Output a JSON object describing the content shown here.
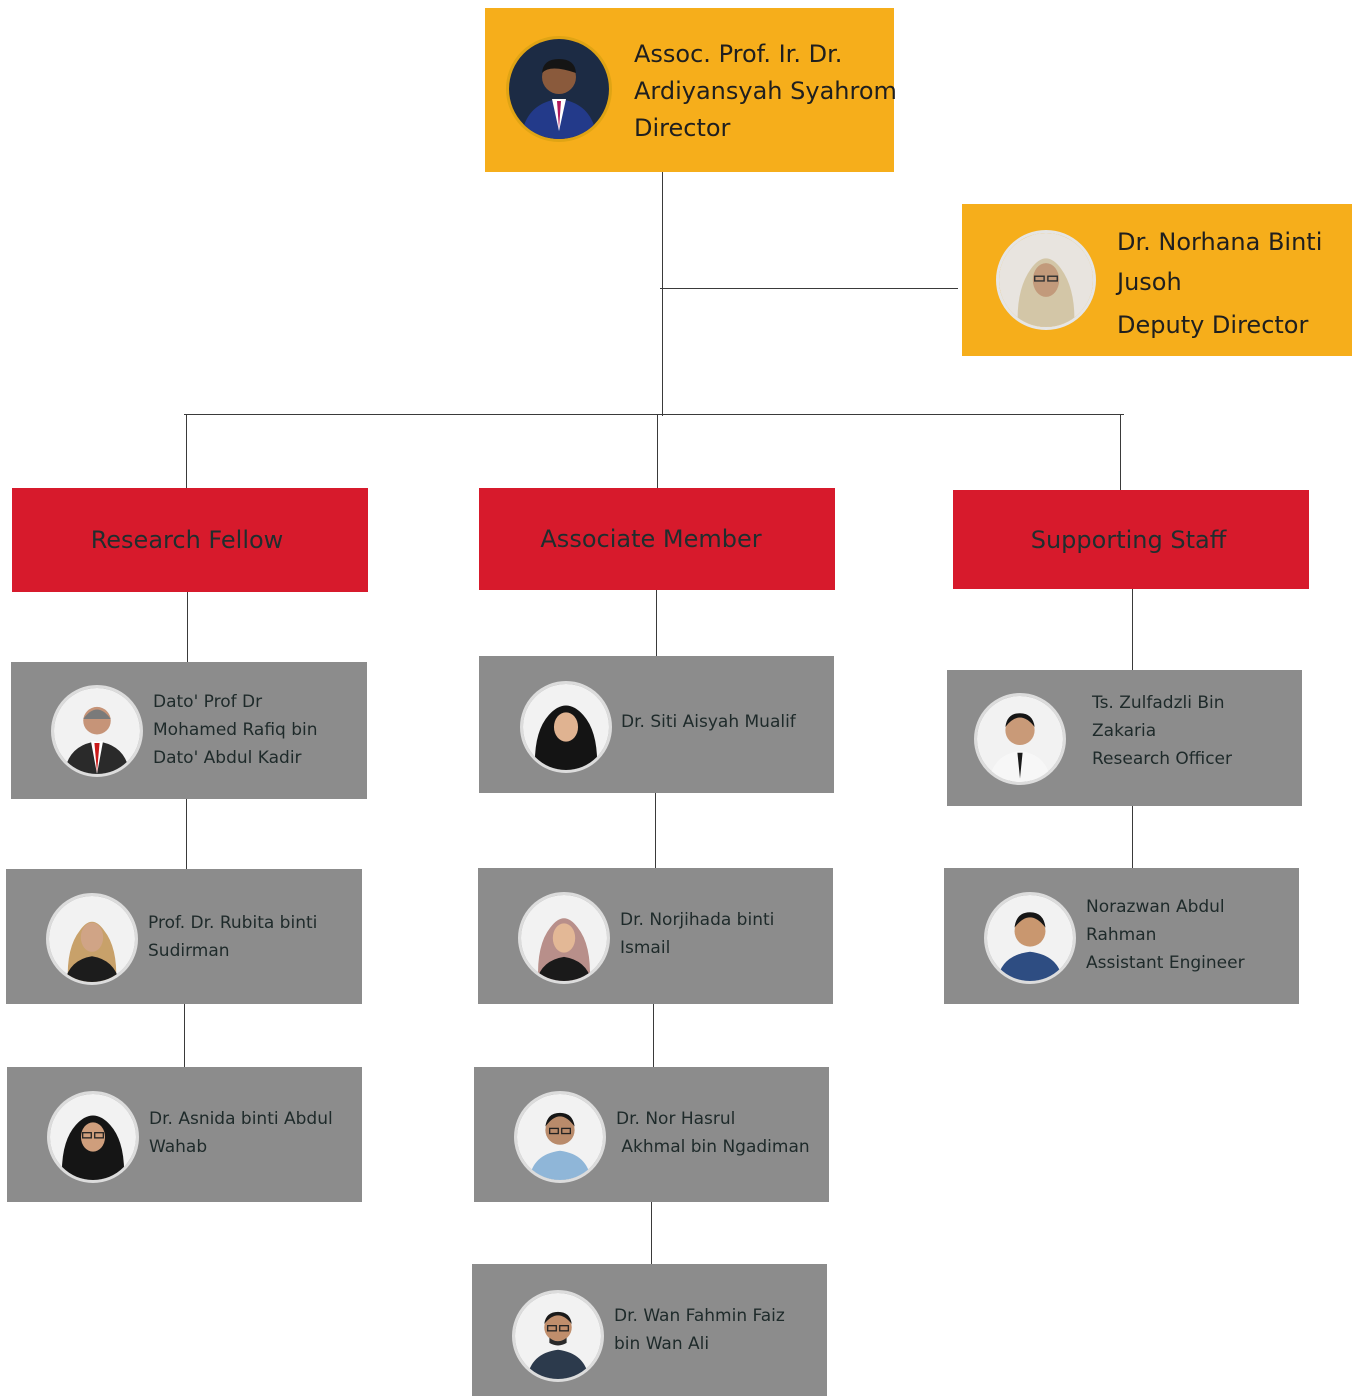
{
  "director": {
    "lines": [
      "Assoc. Prof. Ir. Dr.",
      "Ardiyansyah Syahrom",
      "Director"
    ],
    "avatar_icon": "person-suit-tie-icon"
  },
  "deputy": {
    "lines": [
      "Dr. Norhana Binti",
      "Jusoh",
      "Deputy Director"
    ],
    "avatar_icon": "person-hijab-icon"
  },
  "groups": [
    {
      "label": "Research Fellow",
      "members": [
        {
          "lines": [
            "Dato' Prof Dr",
            "Mohamed Rafiq bin",
            "Dato' Abdul Kadir"
          ],
          "avatar_icon": "person-suit-red-tie-icon"
        },
        {
          "lines": [
            "Prof. Dr. Rubita binti",
            "Sudirman"
          ],
          "avatar_icon": "person-hijab-icon"
        },
        {
          "lines": [
            "Dr. Asnida binti Abdul",
            "Wahab"
          ],
          "avatar_icon": "person-hijab-glasses-icon"
        }
      ]
    },
    {
      "label": "Associate Member",
      "members": [
        {
          "lines": [
            "Dr. Siti Aisyah Mualif"
          ],
          "avatar_icon": "person-hijab-icon"
        },
        {
          "lines": [
            "Dr. Norjihada binti",
            "Ismail"
          ],
          "avatar_icon": "person-hijab-icon"
        },
        {
          "lines": [
            "Dr. Nor Hasrul",
            " Akhmal bin Ngadiman"
          ],
          "avatar_icon": "person-glasses-shirt-icon"
        },
        {
          "lines": [
            "Dr. Wan Fahmin Faiz",
            "bin Wan Ali"
          ],
          "avatar_icon": "person-glasses-shirt-icon"
        }
      ]
    },
    {
      "label": "Supporting Staff",
      "members": [
        {
          "lines": [
            "Ts. Zulfadzli Bin",
            "Zakaria",
            "Research Officer"
          ],
          "avatar_icon": "person-white-shirt-tie-icon"
        },
        {
          "lines": [
            "Norazwan Abdul",
            "Rahman",
            "Assistant Engineer"
          ],
          "avatar_icon": "person-shirt-icon"
        }
      ]
    }
  ],
  "colors": {
    "leadership": "#f6ae1b",
    "group_header": "#d71a2c",
    "member_card": "#8c8c8c",
    "connector": "#3a3a3a"
  }
}
